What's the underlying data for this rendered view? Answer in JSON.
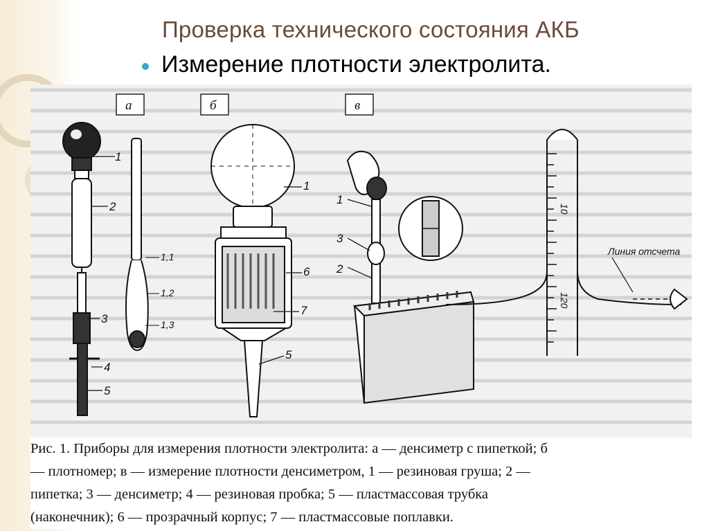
{
  "slide": {
    "title": "Проверка технического состояния АКБ",
    "bullet": "Измерение плотности электролита."
  },
  "figure": {
    "panels": [
      "а",
      "б",
      "в"
    ],
    "labels_a": [
      "1",
      "2",
      "3",
      "4",
      "5"
    ],
    "labels_hydrometer": [
      "1,1",
      "1,2",
      "1,3"
    ],
    "labels_b": [
      "1",
      "6",
      "7",
      "5"
    ],
    "labels_c": [
      "1",
      "3",
      "2"
    ],
    "scale_numbers": [
      "10",
      "120"
    ],
    "reading_line_label": "Линия отсчета"
  },
  "caption": {
    "lines": [
      "Рис. 1. Приборы для измерения плотности электролита: а — денсиметр с пипеткой; б",
      "— плотномер; в — измерение плотности денсиметром, 1 — резиновая груша; 2 —",
      "пипетка; 3 — денсиметр; 4 — резиновая пробка; 5 — пластмассовая трубка",
      "(наконечник); 6 — прозрачный корпус; 7 — пластмассовые поплавки."
    ]
  },
  "colors": {
    "title": "#6b4a3a",
    "bullet": "#3ba7c4",
    "deco_band": "#f6ecd8"
  }
}
